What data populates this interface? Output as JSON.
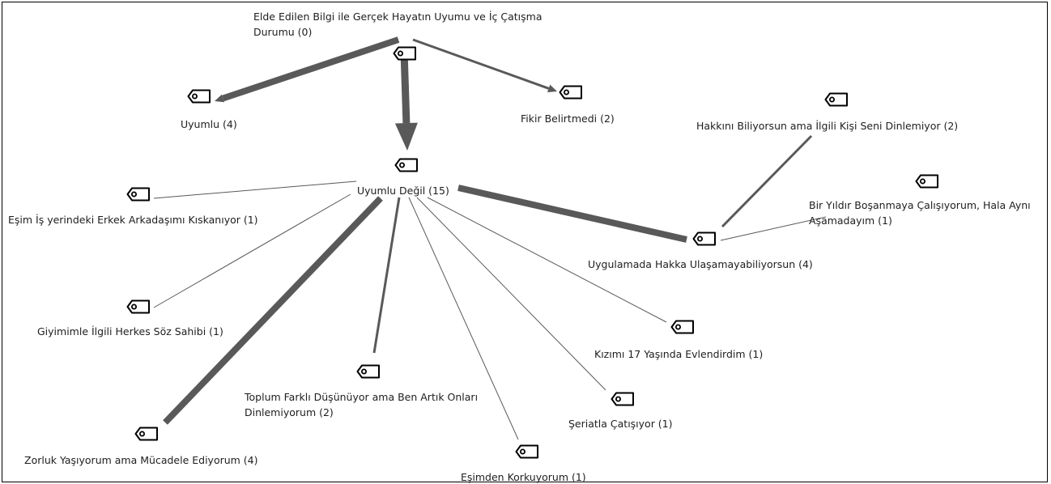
{
  "diagram": {
    "nodes": [
      {
        "id": "root",
        "label": "Elde Edilen Bilgi ile Gerçek Hayatın Uyumu ve İç Çatışma Durumu (0)"
      },
      {
        "id": "uyumlu",
        "label": "Uyumlu (4)"
      },
      {
        "id": "fikir",
        "label": "Fikir Belirtmedi (2)"
      },
      {
        "id": "uyumlu_degil",
        "label": "Uyumlu Değil (15)"
      },
      {
        "id": "hakkini",
        "label": "Hakkını Biliyorsun ama İlgili Kişi Seni Dinlemiyor (2)"
      },
      {
        "id": "bir_yildir",
        "label": "Bir Yıldır Boşanmaya Çalışıyorum, Hala Aynı Aşamadayım (1)"
      },
      {
        "id": "uygulamada",
        "label": "Uygulamada Hakka Ulaşamayabiliyorsun (4)"
      },
      {
        "id": "esim_is",
        "label": "Eşim İş yerindeki Erkek Arkadaşımı Kıskanıyor (1)"
      },
      {
        "id": "giyim",
        "label": "Giyimimle İlgili Herkes Söz Sahibi  (1)"
      },
      {
        "id": "kizimi",
        "label": "Kızımı 17 Yaşında Evlendirdim (1)"
      },
      {
        "id": "toplum",
        "label": "Toplum Farklı Düşünüyor ama Ben Artık Onları Dinlemiyorum (2)"
      },
      {
        "id": "seriat",
        "label": "Şeriatla Çatışıyor (1)"
      },
      {
        "id": "zorluk",
        "label": "Zorluk Yaşıyorum ama Mücadele Ediyorum (4)"
      },
      {
        "id": "esimden",
        "label": "Eşimden Korkuyorum (1)"
      }
    ],
    "edges": [
      {
        "from": "root",
        "to": "uyumlu",
        "weight": 4,
        "arrow": true
      },
      {
        "from": "root",
        "to": "fikir",
        "weight": 2,
        "arrow": true
      },
      {
        "from": "root",
        "to": "uyumlu_degil",
        "weight": 15,
        "arrow": true
      },
      {
        "from": "uyumlu_degil",
        "to": "esim_is",
        "weight": 1,
        "arrow": false
      },
      {
        "from": "uyumlu_degil",
        "to": "giyim",
        "weight": 1,
        "arrow": false
      },
      {
        "from": "uyumlu_degil",
        "to": "zorluk",
        "weight": 4,
        "arrow": false
      },
      {
        "from": "uyumlu_degil",
        "to": "toplum",
        "weight": 2,
        "arrow": false
      },
      {
        "from": "uyumlu_degil",
        "to": "esimden",
        "weight": 1,
        "arrow": false
      },
      {
        "from": "uyumlu_degil",
        "to": "seriat",
        "weight": 1,
        "arrow": false
      },
      {
        "from": "uyumlu_degil",
        "to": "kizimi",
        "weight": 1,
        "arrow": false
      },
      {
        "from": "uyumlu_degil",
        "to": "uygulamada",
        "weight": 4,
        "arrow": false
      },
      {
        "from": "uygulamada",
        "to": "hakkini",
        "weight": 2,
        "arrow": false
      },
      {
        "from": "uygulamada",
        "to": "bir_yildir",
        "weight": 1,
        "arrow": false
      }
    ]
  }
}
